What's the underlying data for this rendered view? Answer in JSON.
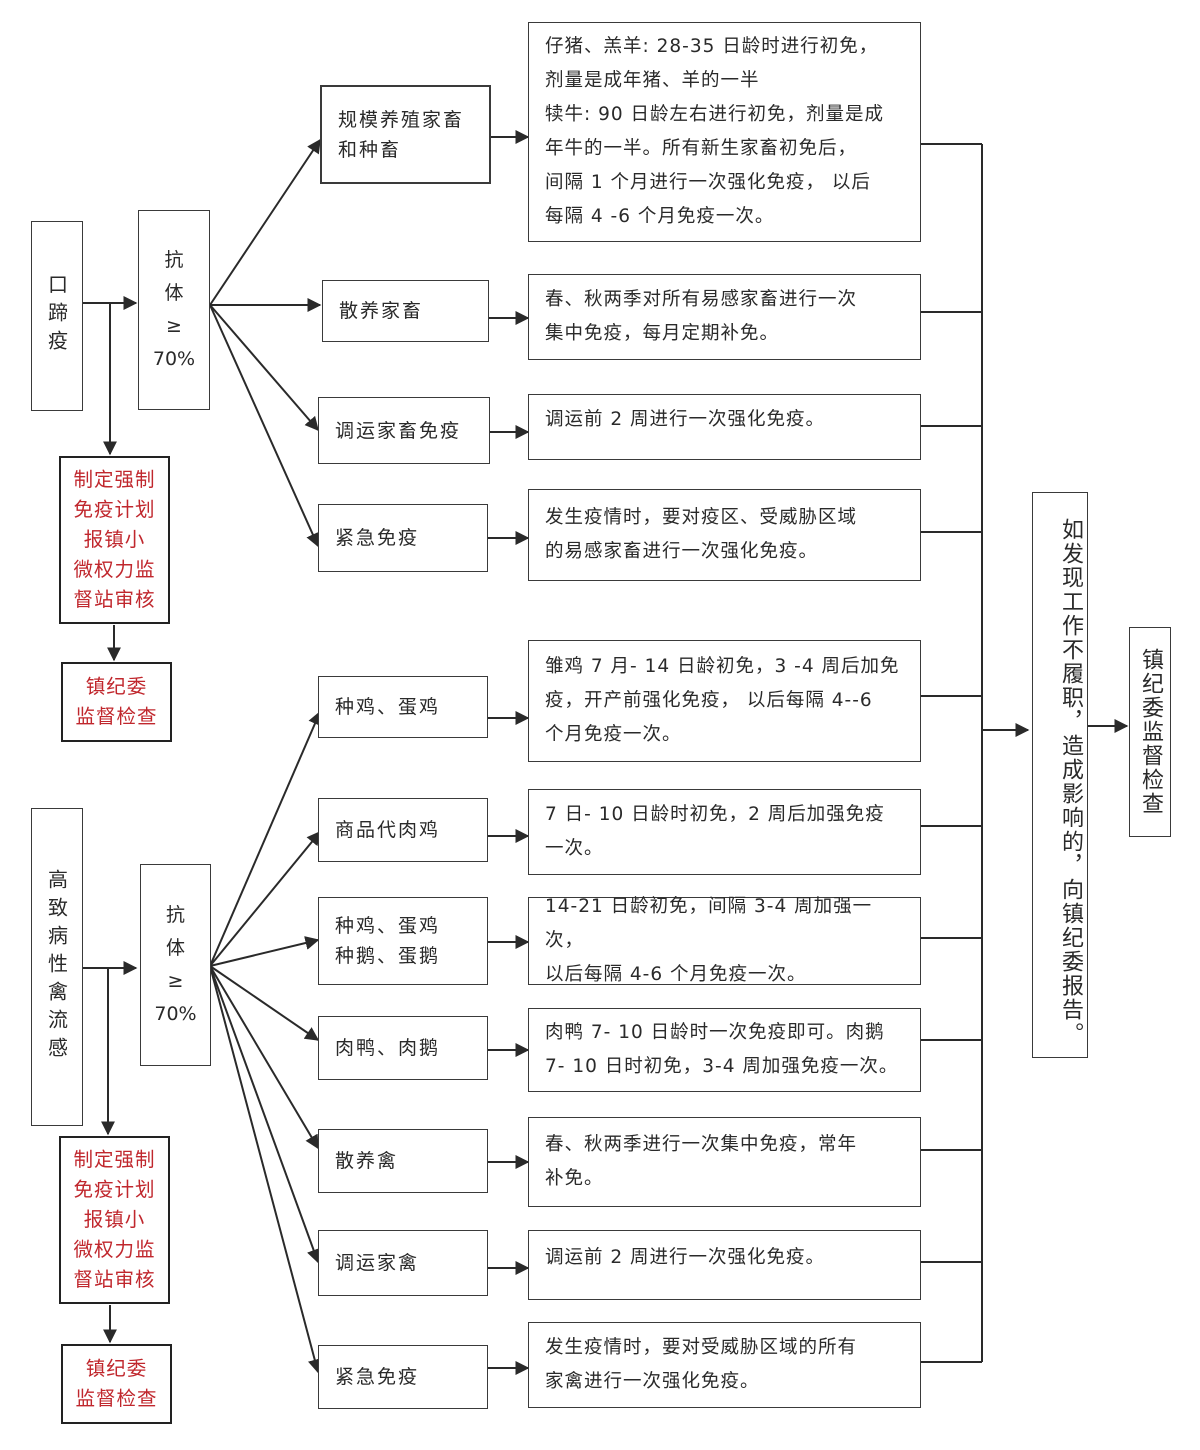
{
  "fmd": {
    "title": "口蹄疫",
    "antibody": "抗\n体\n≥\n70%",
    "plan": "制定强制\n免疫计划\n报镇小\n微权力监\n督站审核",
    "supervise": "镇纪委\n监督检查",
    "items": [
      {
        "label": "规模养殖家畜\n和种畜",
        "desc": "仔猪、羔羊: 28-35  日龄时进行初免，\n剂量是成年猪、羊的一半\n犊牛: 90  日龄左右进行初免，剂量是成\n年牛的一半。所有新生家畜初免后，\n间隔  1 个月进行一次强化免疫，  以后\n每隔  4 -6 个月免疫一次。"
      },
      {
        "label": "散养家畜",
        "desc": "春、秋两季对所有易感家畜进行一次\n集中免疫，每月定期补免。"
      },
      {
        "label": "调运家畜免疫",
        "desc": "调运前  2 周进行一次强化免疫。"
      },
      {
        "label": "紧急免疫",
        "desc": "发生疫情时，要对疫区、受威胁区域\n的易感家畜进行一次强化免疫。"
      }
    ]
  },
  "hpai": {
    "title": "高致病性禽流感",
    "antibody": "抗\n体\n≥\n70%",
    "plan": "制定强制\n免疫计划\n报镇小\n微权力监\n督站审核",
    "supervise": "镇纪委\n监督检查",
    "items": [
      {
        "label": "种鸡、蛋鸡",
        "desc": "雏鸡  7 月- 14  日龄初免，3 -4 周后加免\n疫，开产前强化免疫，  以后每隔  4--6\n个月免疫一次。"
      },
      {
        "label": "商品代肉鸡",
        "desc": "7  日- 10  日龄时初免，2 周后加强免疫\n一次。"
      },
      {
        "label": "种鸡、蛋鸡\n种鹅、蛋鹅",
        "desc": "14-21 日龄初免，间隔  3-4 周加强一次，\n以后每隔  4-6 个月免疫一次。"
      },
      {
        "label": "肉鸭、肉鹅",
        "desc": "肉鸭  7- 10  日龄时一次免疫即可。肉鹅\n7- 10  日时初免，3-4 周加强免疫一次。"
      },
      {
        "label": "散养禽",
        "desc": "春、秋两季进行一次集中免疫，常年\n补免。"
      },
      {
        "label": "调运家禽",
        "desc": "调运前  2 周进行一次强化免疫。"
      },
      {
        "label": "紧急免疫",
        "desc": "发生疫情时，要对受威胁区域的所有\n家禽进行一次强化免疫。"
      }
    ]
  },
  "report": "如发现工作不履职，造成影响的，向镇纪委报告。",
  "final": "镇纪委监督检查"
}
